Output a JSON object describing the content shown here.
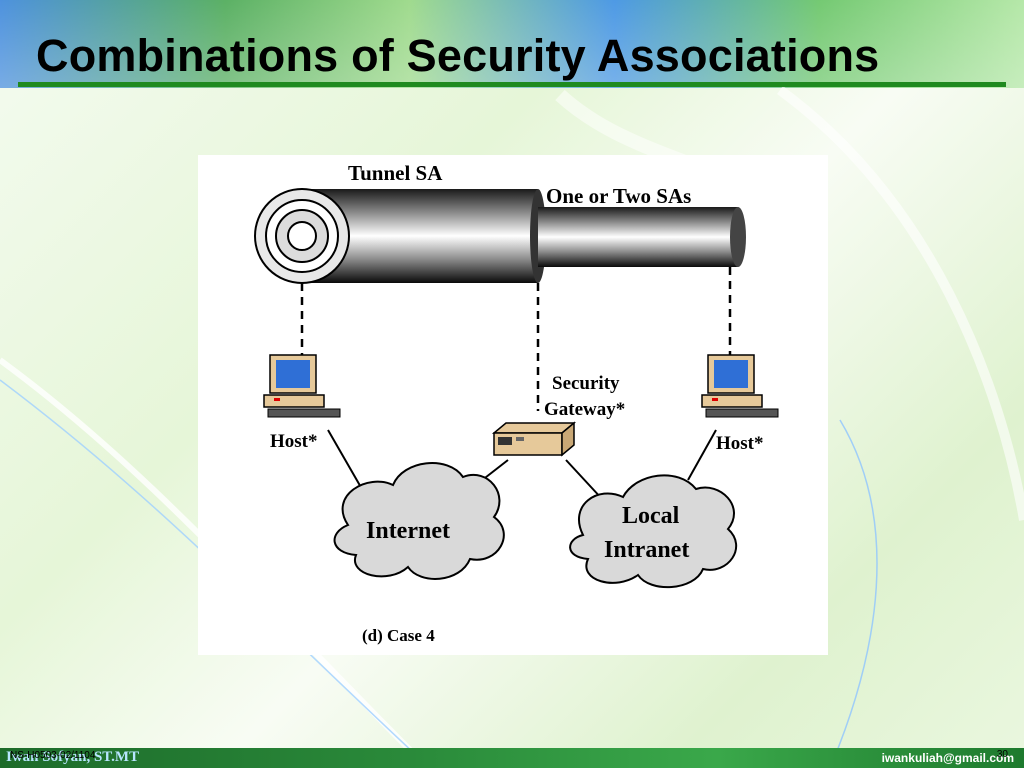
{
  "slide": {
    "title": "Combinations of Security Associations"
  },
  "diagram": {
    "tunnel_label": "Tunnel SA",
    "inner_label": "One or Two SAs",
    "host_left": "Host*",
    "host_right": "Host*",
    "gateway_line1": "Security",
    "gateway_line2": "Gateway*",
    "cloud_internet": "Internet",
    "cloud_intranet_line1": "Local",
    "cloud_intranet_line2": "Intranet",
    "caption": "(d) Case 4"
  },
  "footer": {
    "author": "Iwan Sofyan, ST.MT",
    "code": "NS-H0503-02/1104",
    "email": "iwankuliah@gmail.com",
    "page": "30"
  },
  "colors": {
    "title_rule": "#1f8a1f",
    "footer_bg": "#2a8a3a",
    "cloud_fill": "#d9d9d9"
  }
}
